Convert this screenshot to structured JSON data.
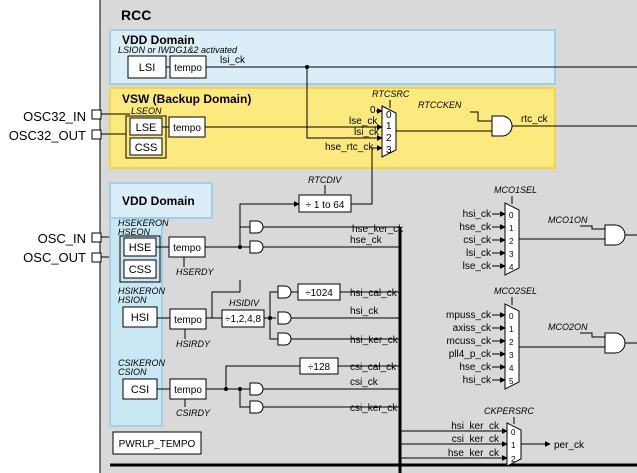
{
  "title": "RCC",
  "colors": {
    "panel": "#d9d9d9",
    "vdd_domain": "#dbeef7",
    "vsw_domain": "#fdea7e",
    "vdd_domain2_fill": "#c9e8f4"
  },
  "vdd_top": {
    "title": "VDD Domain",
    "note": "LSION or IWDG1&2 activated",
    "lsi": "LSI",
    "tempo": "tempo",
    "out": "lsi_ck"
  },
  "vsw": {
    "title": "VSW (Backup Domain)",
    "lseon": "LSEON",
    "lse": "LSE",
    "css": "CSS",
    "tempo": "tempo",
    "rtcsrc": "RTCSRC",
    "rtccken": "RTCCKEN",
    "in0": "0",
    "in_lse": "lse_ck",
    "in_lsi": "lsi_ck",
    "in_hse_rtc": "hse_rtc_ck",
    "sel": [
      "0",
      "1",
      "2",
      "3"
    ],
    "out": "rtc_ck",
    "rtcdiv": "RTCDIV",
    "div": "÷ 1 to 64"
  },
  "pins": {
    "osc32_in": "OSC32_IN",
    "osc32_out": "OSC32_OUT",
    "osc_in": "OSC_IN",
    "osc_out": "OSC_OUT"
  },
  "vdd_domain": {
    "title": "VDD Domain",
    "hse": {
      "kerson": "HSEKERON",
      "on": "HSEON",
      "name": "HSE",
      "css": "CSS",
      "tempo": "tempo",
      "rdy": "HSERDY"
    },
    "hsi": {
      "kerson": "HSIKERON",
      "on": "HSION",
      "name": "HSI",
      "tempo": "tempo",
      "rdy": "HSIRDY",
      "hsidiv": "HSIDIV",
      "div": "÷1,2,4,8"
    },
    "csi": {
      "kerson": "CSIKERON",
      "on": "CSION",
      "name": "CSI",
      "tempo": "tempo",
      "rdy": "CSIRDY"
    },
    "pwrlp": "PWRLP_TEMPO"
  },
  "clocks": {
    "hse_ker_ck": "hse_ker_ck",
    "hse_ck": "hse_ck",
    "div1024": "÷1024",
    "hsi_cal_ck": "hsi_cal_ck",
    "hsi_ck": "hsi_ck",
    "hsi_ker_ck": "hsi_ker_ck",
    "div128": "÷128",
    "csi_cal_ck": "csi_cal_ck",
    "csi_ck": "csi_ck",
    "csi_ker_ck": "csi_ker_ck"
  },
  "mco1": {
    "title": "MCO1SEL",
    "inputs": [
      "hsi_ck",
      "hse_ck",
      "csi_ck",
      "lsi_ck",
      "lse_ck"
    ],
    "sel": [
      "0",
      "1",
      "2",
      "3",
      "4"
    ],
    "enable": "MCO1ON"
  },
  "mco2": {
    "title": "MCO2SEL",
    "inputs": [
      "mpuss_ck",
      "axiss_ck",
      "mcuss_ck",
      "pll4_p_ck",
      "hse_ck",
      "hsi_ck"
    ],
    "sel": [
      "0",
      "1",
      "2",
      "3",
      "4",
      "5"
    ],
    "enable": "MCO2ON"
  },
  "ckper": {
    "title": "CKPERSRC",
    "inputs": [
      "hsi_ker_ck",
      "csi_ker_ck",
      "hse_ker_ck"
    ],
    "sel": [
      "0",
      "1",
      "2"
    ],
    "out": "per_ck"
  }
}
